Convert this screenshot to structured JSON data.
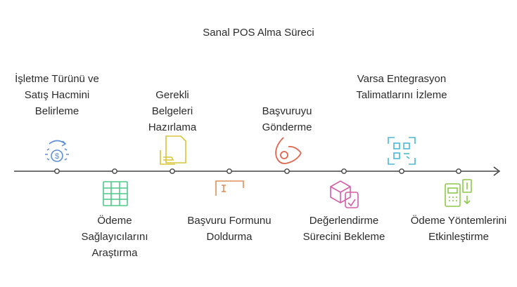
{
  "title": "Sanal POS Alma Süreci",
  "steps": [
    {
      "label": "İşletme Türünü ve Satış Hacmini Belirleme",
      "icon": "money-cycle-icon",
      "color": "#5b8fd6",
      "position": "top"
    },
    {
      "label": "Ödeme Sağlayıcılarını Araştırma",
      "icon": "table-grid-icon",
      "color": "#4fc98a",
      "position": "bottom"
    },
    {
      "label": "Gerekli Belgeleri Hazırlama",
      "icon": "documents-icon",
      "color": "#d8c53a",
      "position": "top"
    },
    {
      "label": "Başvuru Formunu Doldurma",
      "icon": "text-field-icon",
      "color": "#e0905a",
      "position": "bottom"
    },
    {
      "label": "Başvuruyu Gönderme",
      "icon": "send-hand-icon",
      "color": "#e0654f",
      "position": "top"
    },
    {
      "label": "Değerlendirme Sürecini Bekleme",
      "icon": "package-review-icon",
      "color": "#d35fa8",
      "position": "bottom"
    },
    {
      "label": "Varsa Entegrasyon Talimatlarını İzleme",
      "icon": "qr-scan-icon",
      "color": "#4ab8d6",
      "position": "top"
    },
    {
      "label": "Ödeme Yöntemlerini Etkinleştirme",
      "icon": "payment-terminal-icon",
      "color": "#8dc94a",
      "position": "bottom"
    }
  ]
}
